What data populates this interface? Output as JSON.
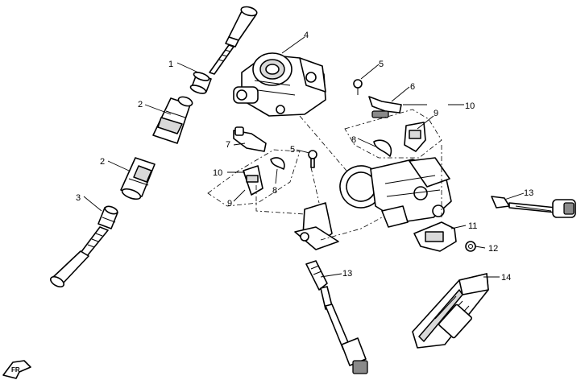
{
  "callouts": [
    {
      "id": "c1",
      "text": "1"
    },
    {
      "id": "c2a",
      "text": "2"
    },
    {
      "id": "c2b",
      "text": "2"
    },
    {
      "id": "c3",
      "text": "3"
    },
    {
      "id": "c4",
      "text": "4"
    },
    {
      "id": "c5a",
      "text": "5"
    },
    {
      "id": "c5b",
      "text": "5"
    },
    {
      "id": "c6",
      "text": "6"
    },
    {
      "id": "c7",
      "text": "7"
    },
    {
      "id": "c8a",
      "text": "8"
    },
    {
      "id": "c8b",
      "text": "8"
    },
    {
      "id": "c9a",
      "text": "9"
    },
    {
      "id": "c9b",
      "text": "9"
    },
    {
      "id": "c10a",
      "text": "10"
    },
    {
      "id": "c10b",
      "text": "10"
    },
    {
      "id": "c11",
      "text": "11"
    },
    {
      "id": "c12",
      "text": "12"
    },
    {
      "id": "c13a",
      "text": "13"
    },
    {
      "id": "c13b",
      "text": "13"
    },
    {
      "id": "c14",
      "text": "14"
    }
  ],
  "front_marker": {
    "text": "FR",
    "icon": "front-direction-arrow-icon"
  }
}
